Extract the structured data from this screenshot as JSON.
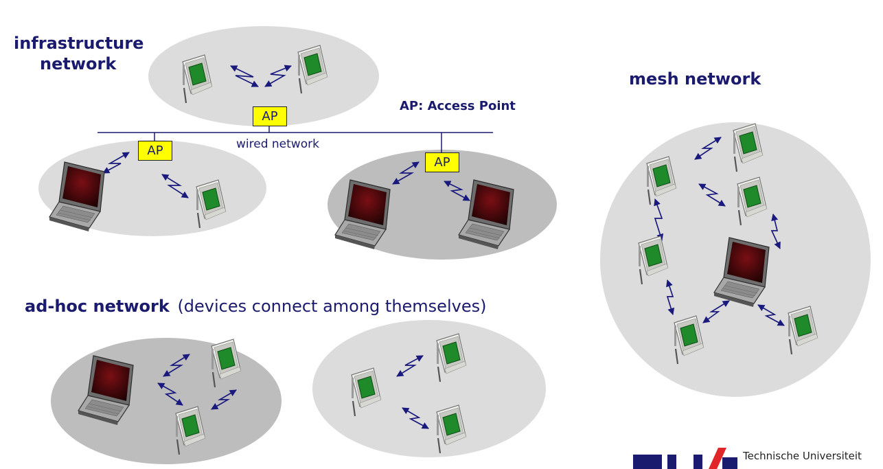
{
  "titles": {
    "infrastructure_line1": "infrastructure",
    "infrastructure_line2": "network",
    "mesh": "mesh network",
    "adhoc_bold": "ad-hoc network",
    "adhoc_rest": "(devices connect among themselves)"
  },
  "labels": {
    "ap_legend": "AP: Access Point",
    "wired": "wired network",
    "ap": "AP"
  },
  "logo": {
    "text": "Technische Universiteit"
  },
  "colors": {
    "title": "#1a1a6e",
    "arrow": "#1a1a7e",
    "ap_fill": "#ffff00",
    "cell_light": "#dcdcdc",
    "cell_dark": "#bdbdbd",
    "pda_screen": "#1f8a2a"
  }
}
